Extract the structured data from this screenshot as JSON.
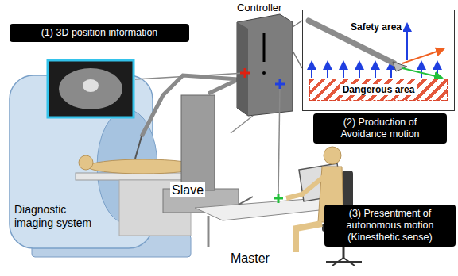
{
  "diagram": {
    "nodes": [
      {
        "text": [
          "(1) 3D position information"
        ]
      },
      {
        "text": [
          "Controller"
        ]
      },
      {
        "text": [
          "Safety area"
        ]
      },
      {
        "text": [
          "Dangerous area"
        ],
        "in": 2
      },
      {
        "text": [
          "(2) Production of Avoidance motion"
        ]
      },
      {
        "text": [
          "(3) Presentment of autonomous motion (Kinesthetic sense)"
        ]
      }
    ],
    "edges": [
      {
        "from": 1,
        "to": 2,
        "arrow": "none"
      }
    ],
    "labels": [
      "Diagnostic imaging system",
      "Slave",
      "Master"
    ]
  }
}
